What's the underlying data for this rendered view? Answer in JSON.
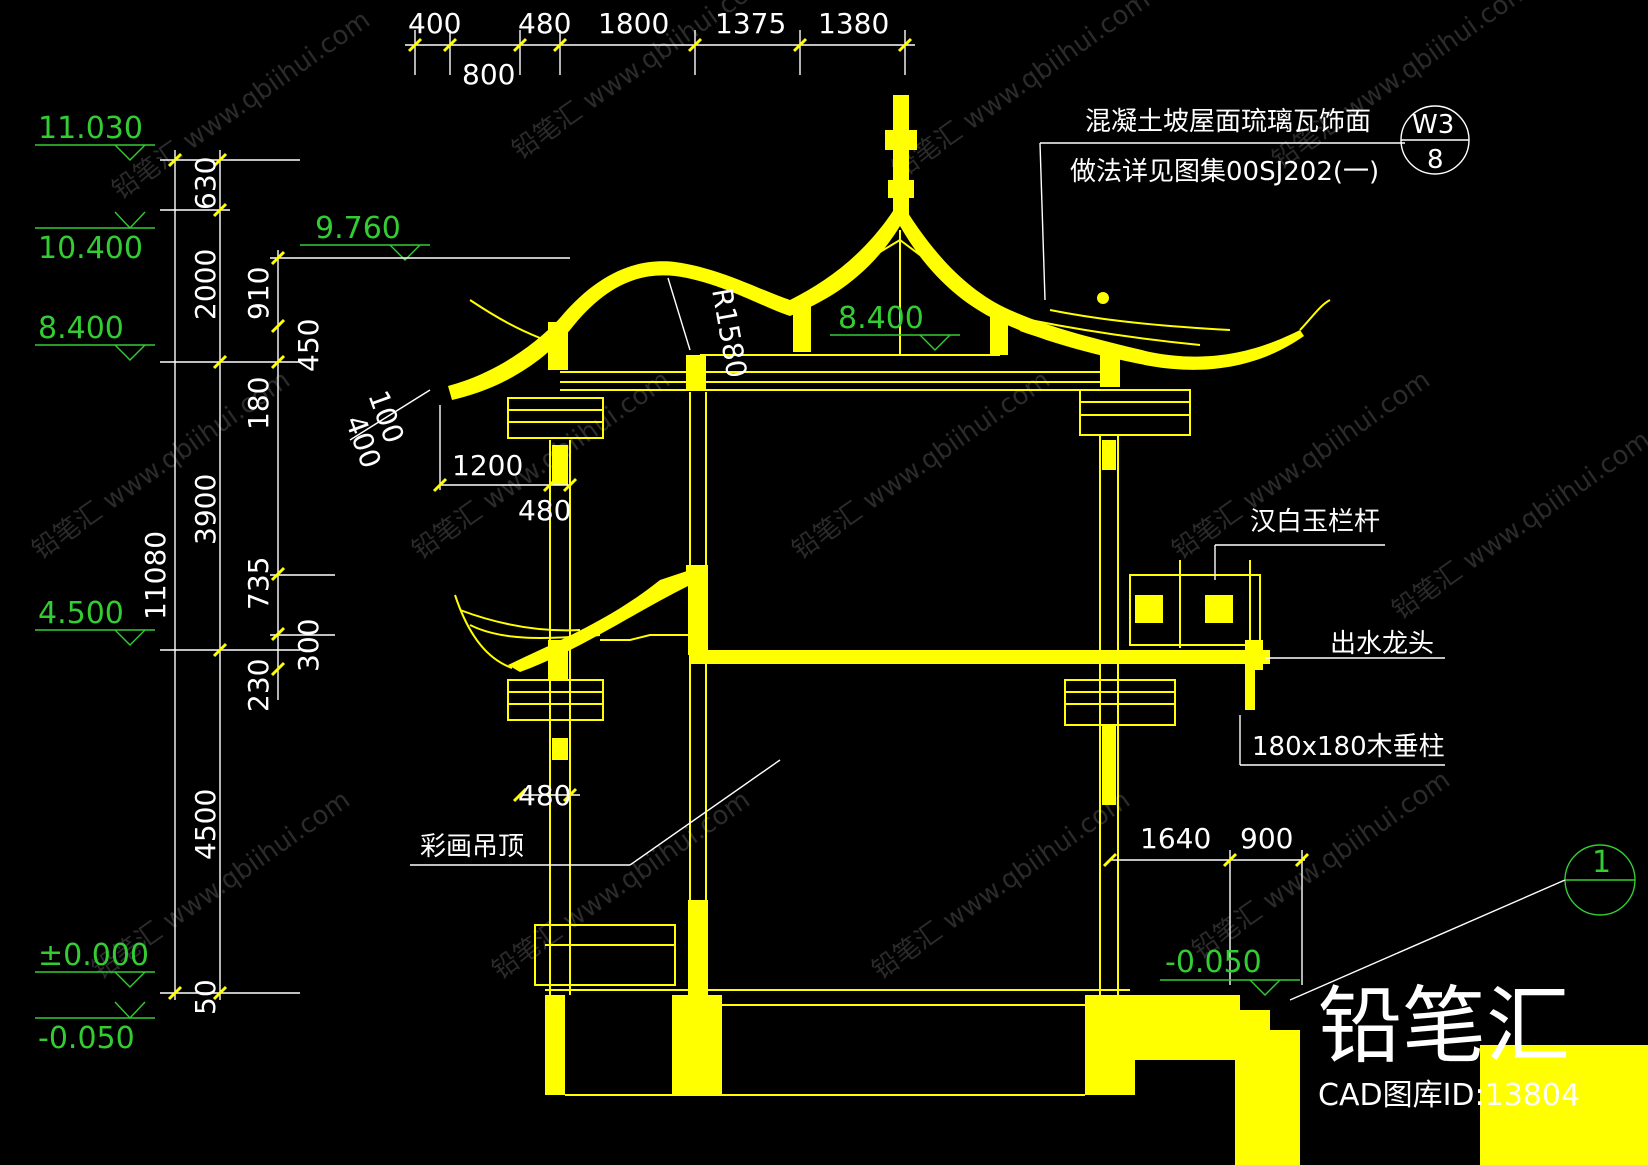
{
  "top_dimensions": [
    "400",
    "480",
    "1800",
    "1375",
    "1380"
  ],
  "top_dimension_sub": "800",
  "left_chain": [
    "630",
    "2000",
    "3900",
    "4500",
    "50"
  ],
  "left_total": "11080",
  "inner_chain": [
    "910",
    "450",
    "180",
    "735",
    "300",
    "230"
  ],
  "levels": {
    "l1": "11.030",
    "l2": "10.400",
    "l3": "9.760",
    "l4": "8.400",
    "l5": "4.500",
    "l6": "±0.000",
    "l7": "-0.050",
    "inner_874": "8.400",
    "right_step": "-0.050"
  },
  "dims": {
    "d1200": "1200",
    "d480a": "480",
    "d480b": "480",
    "d100": "100",
    "d400": "400",
    "radius": "R1580",
    "d1640": "1640",
    "d900": "900"
  },
  "notes": {
    "roof_line1": "混凝土坡屋面琉璃瓦饰面",
    "roof_line2": "做法详见图集00SJ202(一)",
    "ref_top": "W3",
    "ref_bottom": "8",
    "railing": "汉白玉栏杆",
    "spout": "出水龙头",
    "hanging_column": "180x180木垂柱",
    "ceiling": "彩画吊顶",
    "axis": "1"
  },
  "watermark": "铅笔汇  www.qbiihui.com",
  "brand": {
    "name": "铅笔汇",
    "id": "CAD图库ID:13804"
  },
  "colors": {
    "background": "#000000",
    "structure": "#ffff00",
    "level_marks": "#33cc33",
    "annotation": "#ffffff"
  }
}
